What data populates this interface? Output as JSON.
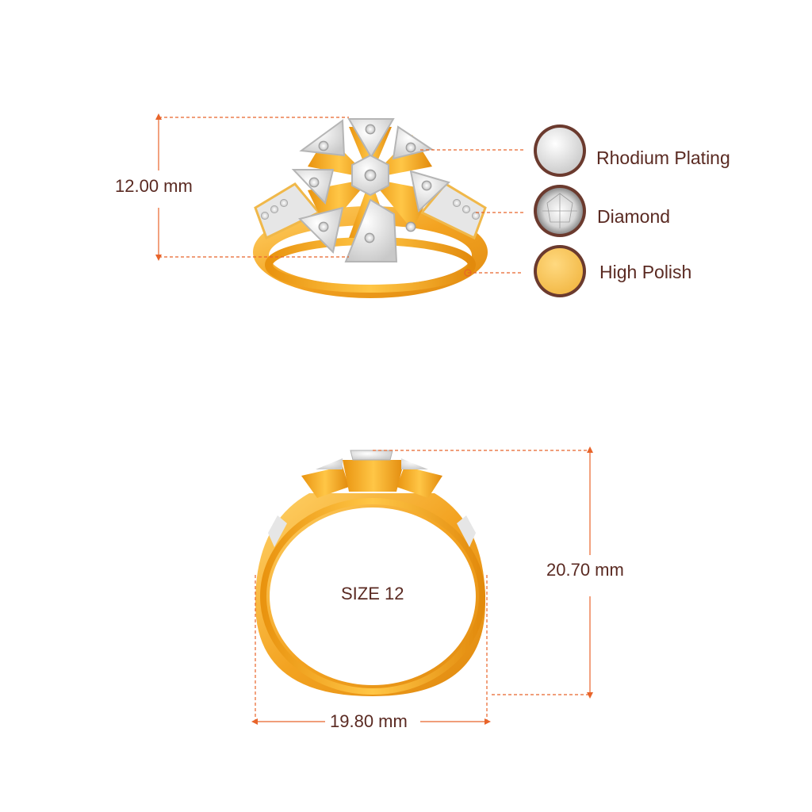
{
  "accent_color": "#e8642a",
  "text_color": "#5a2a22",
  "dimensions": {
    "height_top_view": "12.00 mm",
    "height_front_view": "20.70 mm",
    "width_front_view": "19.80 mm",
    "size_label": "SIZE 12"
  },
  "legend": [
    {
      "label": "Rhodium Plating",
      "swatch": "#e8e8e8",
      "icon": "rhodium-swatch"
    },
    {
      "label": "Diamond",
      "swatch": "#f4f4f4",
      "icon": "diamond-swatch"
    },
    {
      "label": "High Polish",
      "swatch": "#f7c45a",
      "icon": "gold-swatch"
    }
  ]
}
